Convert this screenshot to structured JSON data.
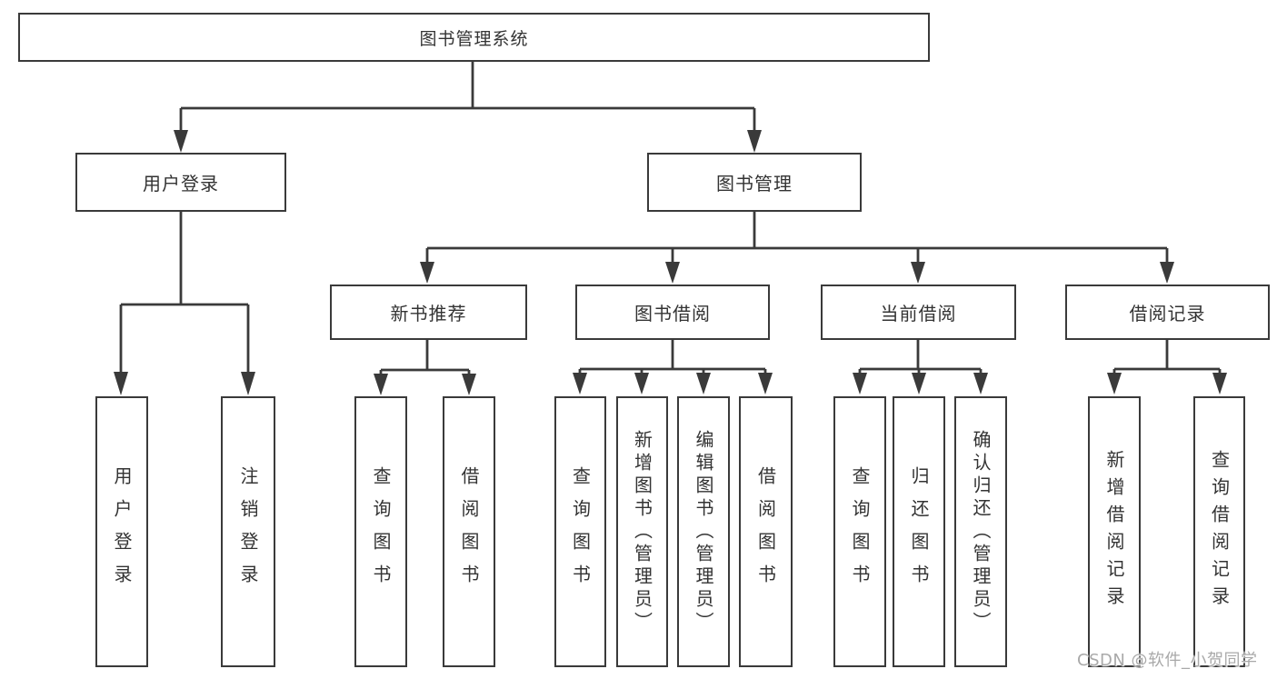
{
  "tree": {
    "label": "图书管理系统",
    "children": [
      {
        "label": "用户登录",
        "children": [
          {
            "label": "用户登录"
          },
          {
            "label": "注销登录"
          }
        ]
      },
      {
        "label": "图书管理",
        "children": [
          {
            "label": "新书推荐",
            "children": [
              {
                "label": "查询图书"
              },
              {
                "label": "借阅图书"
              }
            ]
          },
          {
            "label": "图书借阅",
            "children": [
              {
                "label": "查询图书"
              },
              {
                "label": "新增图书（管理员）"
              },
              {
                "label": "编辑图书（管理员）"
              },
              {
                "label": "借阅图书"
              }
            ]
          },
          {
            "label": "当前借阅",
            "children": [
              {
                "label": "查询图书"
              },
              {
                "label": "归还图书"
              },
              {
                "label": "确认归还（管理员）"
              }
            ]
          },
          {
            "label": "借阅记录",
            "children": [
              {
                "label": "新增借阅记录"
              },
              {
                "label": "查询借阅记录"
              }
            ]
          }
        ]
      }
    ]
  },
  "watermark": {
    "text": "CSDN @软件_小贺同学"
  },
  "colors": {
    "line": "#3a3a3a",
    "text": "#333333",
    "background": "#ffffff",
    "watermark": "#a9a9a9"
  }
}
